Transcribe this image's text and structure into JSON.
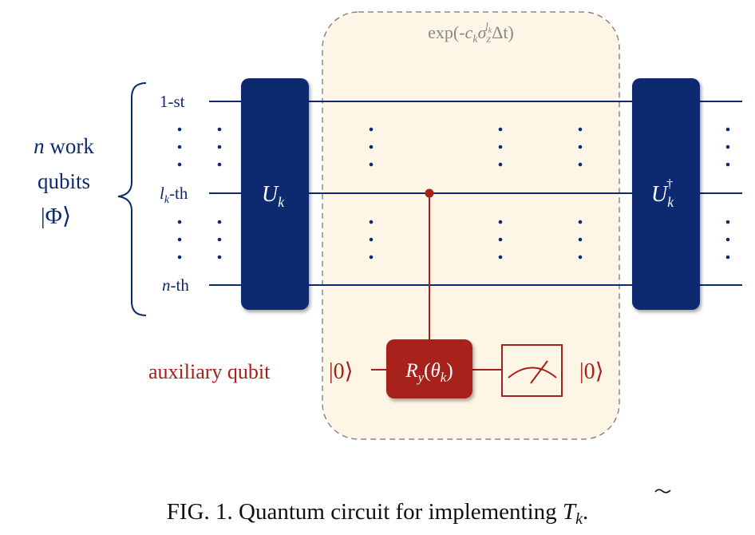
{
  "colors": {
    "navy": "#0e2a6f",
    "red": "#a8201a",
    "beige": "#fdf6e6",
    "dash": "#888888"
  },
  "region_label": {
    "prefix": "exp(-",
    "c": "c",
    "k": "k",
    "sigma": "σ",
    "z": "z",
    "l": "l",
    "lk": "k",
    "suffix": "Δt)"
  },
  "register": {
    "n": "n",
    "work": " work",
    "qubits": "qubits",
    "phi": "|Φ⟩"
  },
  "wires": [
    {
      "label": "1-st"
    },
    {
      "label_var": "l",
      "label_sub": "k",
      "label_suffix": "-th"
    },
    {
      "label_var": "n",
      "label_suffix": "-th"
    }
  ],
  "gates": {
    "uk": {
      "U": "U",
      "sub": "k"
    },
    "ukdag": {
      "U": "U",
      "sub": "k",
      "sup": "†"
    },
    "ry": {
      "R": "R",
      "y": "y",
      "open": "(",
      "theta": "θ",
      "k": "k",
      "close": ")"
    }
  },
  "aux": {
    "label": "auxiliary qubit",
    "in_state": "|0⟩",
    "out_state": "|0⟩"
  },
  "icons": {
    "measure": "meter-icon"
  },
  "caption": {
    "text": "FIG. 1.  Quantum circuit for implementing ",
    "T": "T",
    "sub": "k",
    "end": "."
  }
}
